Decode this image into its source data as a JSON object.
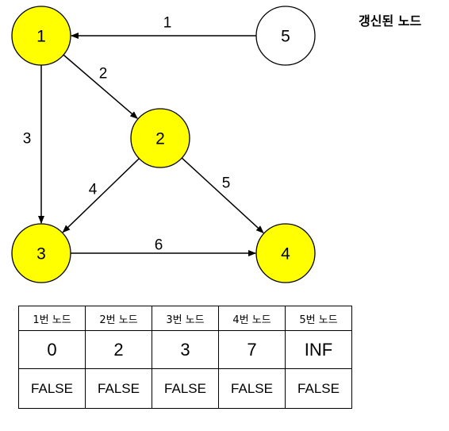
{
  "legend": "갱신된 노드",
  "colors": {
    "updated": "#ffff00",
    "normal": "#ffffff",
    "stroke": "#000000"
  },
  "nodes": [
    {
      "id": "1",
      "label": "1",
      "updated": true
    },
    {
      "id": "2",
      "label": "2",
      "updated": true
    },
    {
      "id": "3",
      "label": "3",
      "updated": true
    },
    {
      "id": "4",
      "label": "4",
      "updated": true
    },
    {
      "id": "5",
      "label": "5",
      "updated": false
    }
  ],
  "edges": [
    {
      "from": "5",
      "to": "1",
      "weight": "1"
    },
    {
      "from": "1",
      "to": "2",
      "weight": "2"
    },
    {
      "from": "1",
      "to": "3",
      "weight": "3"
    },
    {
      "from": "2",
      "to": "3",
      "weight": "4"
    },
    {
      "from": "2",
      "to": "4",
      "weight": "5"
    },
    {
      "from": "3",
      "to": "4",
      "weight": "6"
    }
  ],
  "table": {
    "headers": [
      "1번 노드",
      "2번 노드",
      "3번 노드",
      "4번 노드",
      "5번 노드"
    ],
    "distances": [
      "0",
      "2",
      "3",
      "7",
      "INF"
    ],
    "visited": [
      "FALSE",
      "FALSE",
      "FALSE",
      "FALSE",
      "FALSE"
    ]
  }
}
